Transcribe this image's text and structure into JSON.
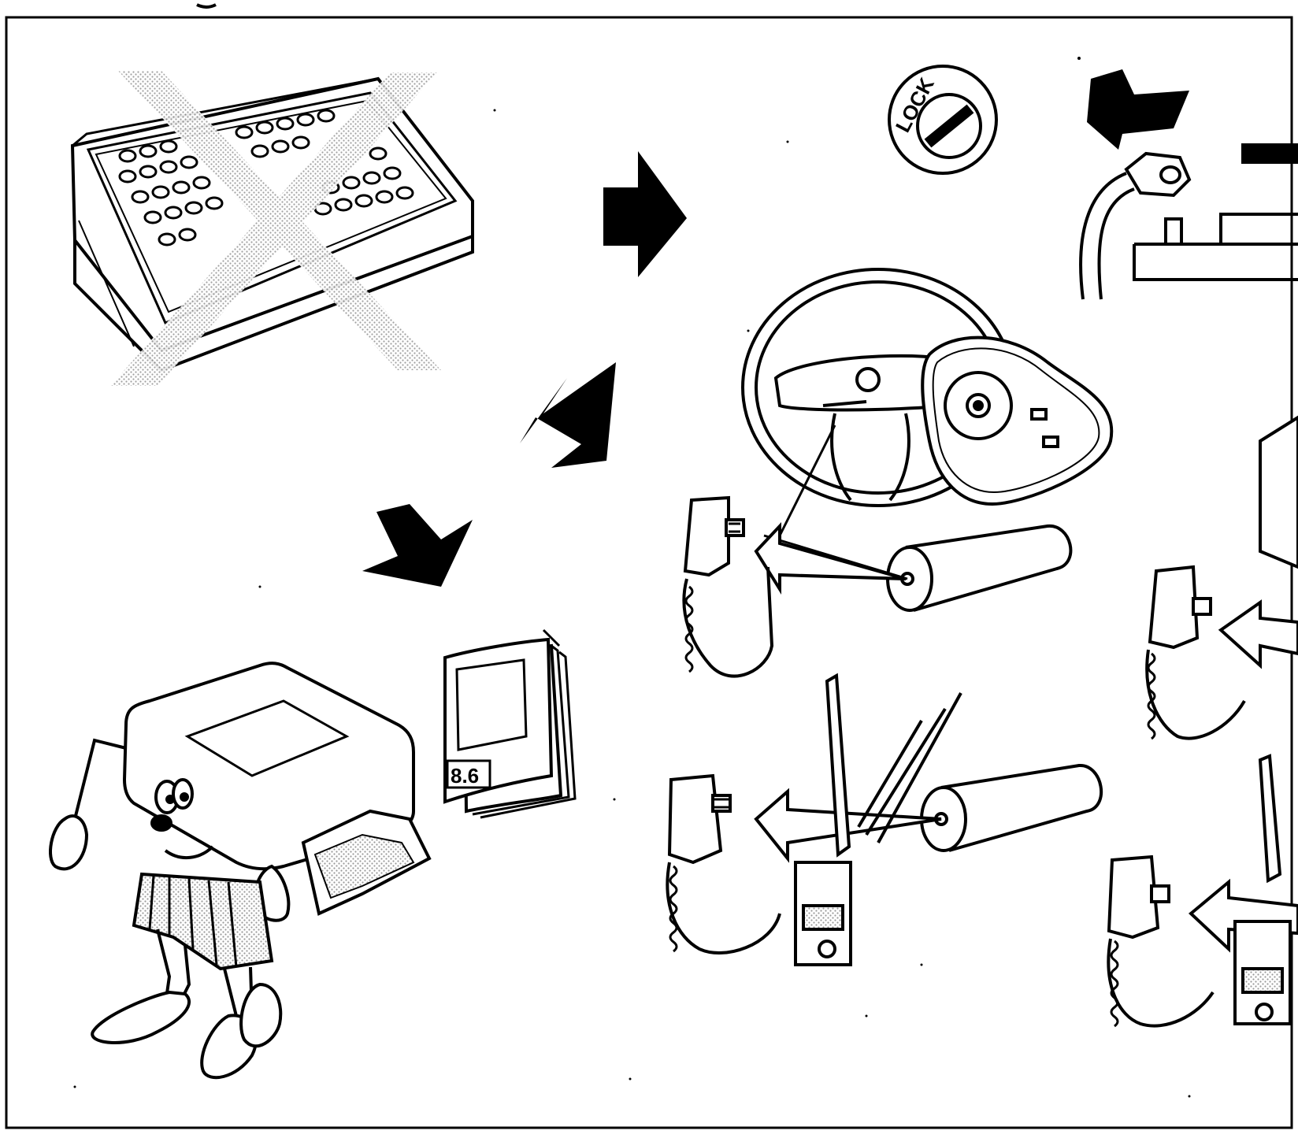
{
  "ignition": {
    "lock_label": "LOCK"
  },
  "manual": {
    "section_label": "8.6"
  },
  "colors": {
    "ink": "#000000",
    "paper": "#ffffff",
    "cross_out": "#bdbdbd"
  },
  "icons": {
    "old_unit": "obsolete-module-crossed-out",
    "new_unit": "airbag-control-unit-mascot",
    "booklet": "manual-booklet-icon",
    "steering_wheel": "steering-wheel-icon",
    "airbag_module": "airbag-module-icon",
    "dummy_load": "test-resistor-cylinder-icon",
    "battery": "battery-terminal-icon"
  }
}
